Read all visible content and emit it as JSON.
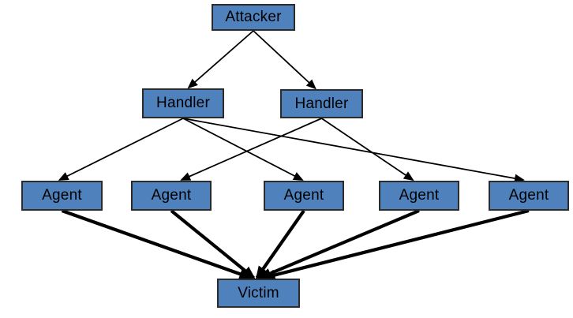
{
  "diagram": {
    "type": "hierarchy-attack-topology",
    "background_color": "#ffffff",
    "node_fill_color": "#4f81bd",
    "node_border_color": "#2b2b2b",
    "arrow_color": "#000000",
    "text_color": "#000000",
    "nodes": [
      {
        "id": "attacker",
        "label": "Attacker",
        "level": "top"
      },
      {
        "id": "handler1",
        "label": "Handler",
        "level": "middle"
      },
      {
        "id": "handler2",
        "label": "Handler",
        "level": "middle"
      },
      {
        "id": "agent1",
        "label": "Agent",
        "level": "agents"
      },
      {
        "id": "agent2",
        "label": "Agent",
        "level": "agents"
      },
      {
        "id": "agent3",
        "label": "Agent",
        "level": "agents"
      },
      {
        "id": "agent4",
        "label": "Agent",
        "level": "agents"
      },
      {
        "id": "agent5",
        "label": "Agent",
        "level": "agents"
      },
      {
        "id": "victim",
        "label": "Victim",
        "level": "bottom"
      }
    ],
    "edges": [
      {
        "from": "attacker",
        "to": "handler1",
        "weight": "thin"
      },
      {
        "from": "attacker",
        "to": "handler2",
        "weight": "thin"
      },
      {
        "from": "handler1",
        "to": "agent1",
        "weight": "thin"
      },
      {
        "from": "handler1",
        "to": "agent3",
        "weight": "thin"
      },
      {
        "from": "handler1",
        "to": "agent5",
        "weight": "thin"
      },
      {
        "from": "handler2",
        "to": "agent2",
        "weight": "thin"
      },
      {
        "from": "handler2",
        "to": "agent4",
        "weight": "thin"
      },
      {
        "from": "agent1",
        "to": "victim",
        "weight": "thick"
      },
      {
        "from": "agent2",
        "to": "victim",
        "weight": "thick"
      },
      {
        "from": "agent3",
        "to": "victim",
        "weight": "thick"
      },
      {
        "from": "agent4",
        "to": "victim",
        "weight": "thick"
      },
      {
        "from": "agent5",
        "to": "victim",
        "weight": "thick"
      }
    ]
  }
}
